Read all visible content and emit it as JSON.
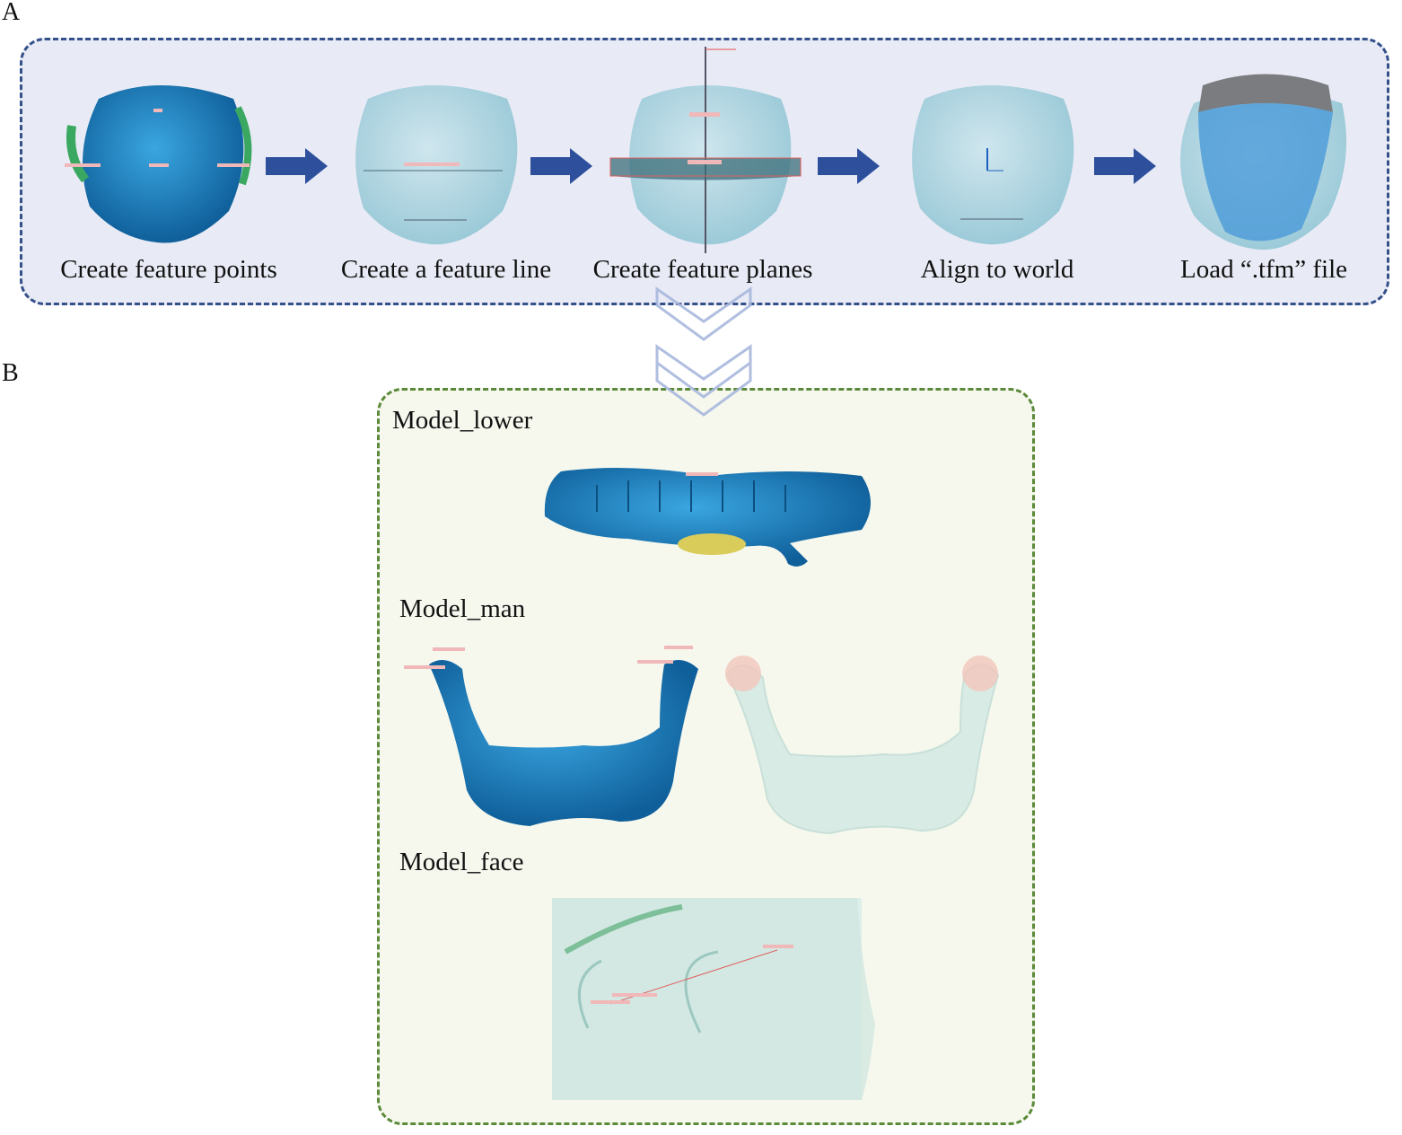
{
  "panels": {
    "a": {
      "letter": "A",
      "steps": [
        {
          "label": "Create feature points",
          "icon": "face-scan-points"
        },
        {
          "label": "Create a feature line",
          "icon": "face-scan-line"
        },
        {
          "label": "Create feature planes",
          "icon": "face-scan-planes"
        },
        {
          "label": "Align to world",
          "icon": "face-scan-aligned"
        },
        {
          "label": "Load “.tfm” file",
          "icon": "face-scan-skull"
        }
      ]
    },
    "b": {
      "letter": "B",
      "models": [
        {
          "label": "Model_lower",
          "icon": "lower-dental-model"
        },
        {
          "label": "Model_man",
          "icon": "mandible-model"
        },
        {
          "label": "Model_face",
          "icon": "face-profile-model"
        }
      ]
    }
  },
  "colors": {
    "panel_a_border": "#34508a",
    "panel_a_fill": "#e8ebf5",
    "panel_b_border": "#5a8a3a",
    "panel_b_fill": "#f6f8ee",
    "arrow": "#2d4f9c",
    "model_blue": "#1a7ab8",
    "ghost": "#bcdcd8"
  }
}
